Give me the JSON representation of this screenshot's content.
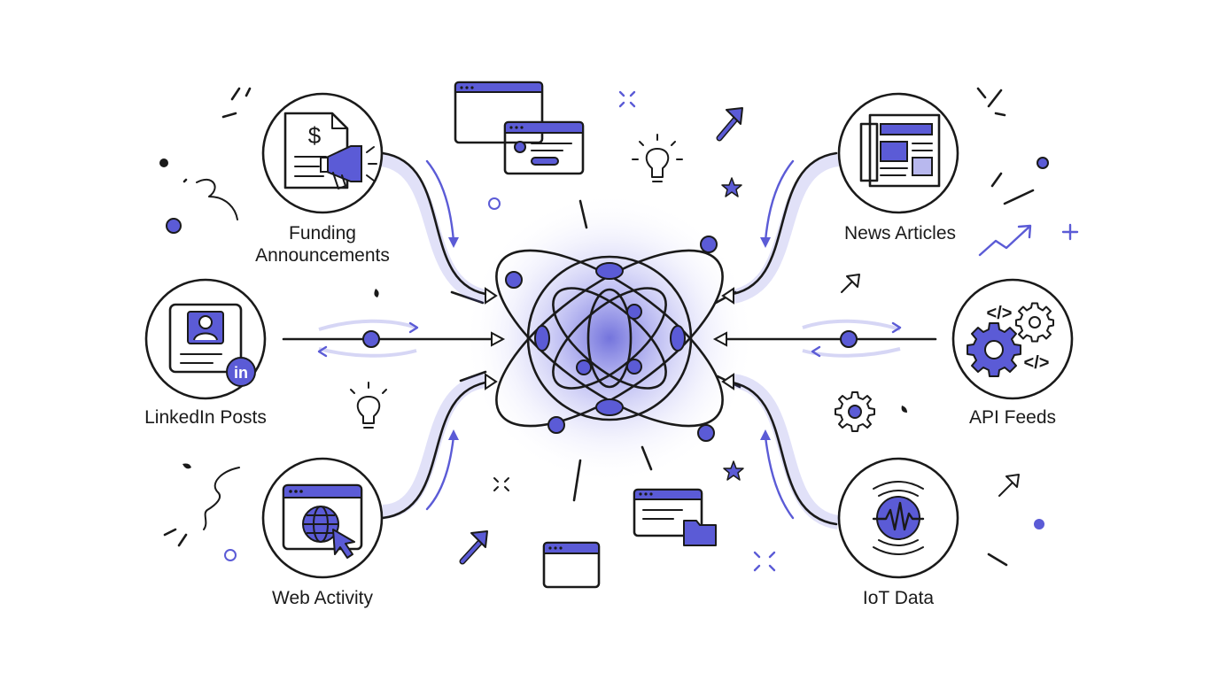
{
  "diagram": {
    "accent_color": "#5b5bd6",
    "ink_color": "#1a1a1a",
    "center_icon": "interlinked-atom-hub-icon",
    "sources": [
      {
        "id": "funding",
        "icon": "funding-document-megaphone-icon",
        "label_lines": [
          "Funding",
          "Announcements"
        ]
      },
      {
        "id": "linkedin",
        "icon": "linkedin-profile-card-icon",
        "label_lines": [
          "LinkedIn Posts"
        ],
        "badge": "in"
      },
      {
        "id": "web",
        "icon": "browser-globe-cursor-icon",
        "label_lines": [
          "Web Activity"
        ]
      },
      {
        "id": "news",
        "icon": "newspaper-icon",
        "label_lines": [
          "News Articles"
        ]
      },
      {
        "id": "api",
        "icon": "code-gears-icon",
        "label_lines": [
          "API Feeds"
        ],
        "code_glyph": "</>"
      },
      {
        "id": "iot",
        "icon": "sensor-signal-wave-icon",
        "label_lines": [
          "IoT Data"
        ]
      }
    ]
  }
}
